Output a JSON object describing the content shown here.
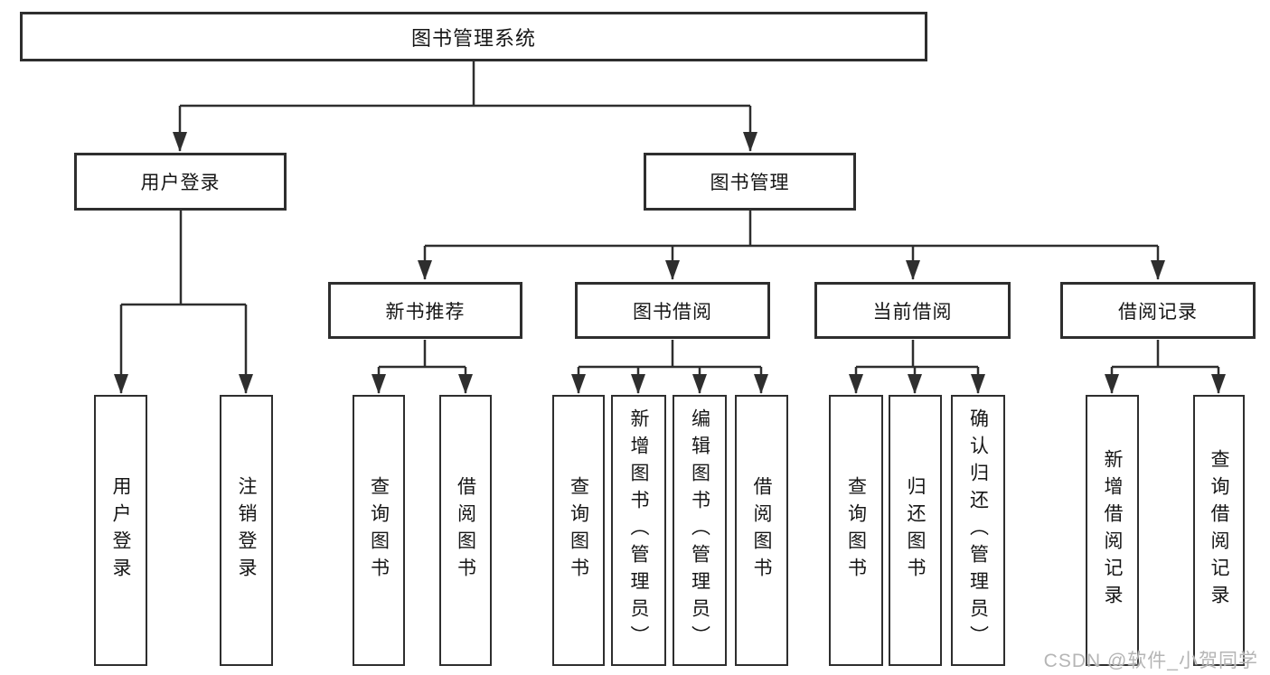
{
  "diagram": {
    "root": {
      "label": "图书管理系统"
    },
    "branches": [
      {
        "label": "用户登录",
        "children": [
          "用户登录",
          "注销登录"
        ]
      },
      {
        "label": "图书管理",
        "children": [
          {
            "label": "新书推荐",
            "children": [
              "查询图书",
              "借阅图书"
            ]
          },
          {
            "label": "图书借阅",
            "children": [
              "查询图书",
              "新增图书（管理员）",
              "编辑图书（管理员）",
              "借阅图书"
            ]
          },
          {
            "label": "当前借阅",
            "children": [
              "查询图书",
              "归还图书",
              "确认归还（管理员）"
            ]
          },
          {
            "label": "借阅记录",
            "children": [
              "新增借阅记录",
              "查询借阅记录"
            ]
          }
        ]
      }
    ]
  },
  "watermark": {
    "text": "CSDN @软件_小贺同学"
  },
  "colors": {
    "line": "#2e2e2e",
    "box_border": "#2e2e2e",
    "text": "#161616",
    "watermark": "#b5b5b5",
    "background": "#ffffff"
  }
}
